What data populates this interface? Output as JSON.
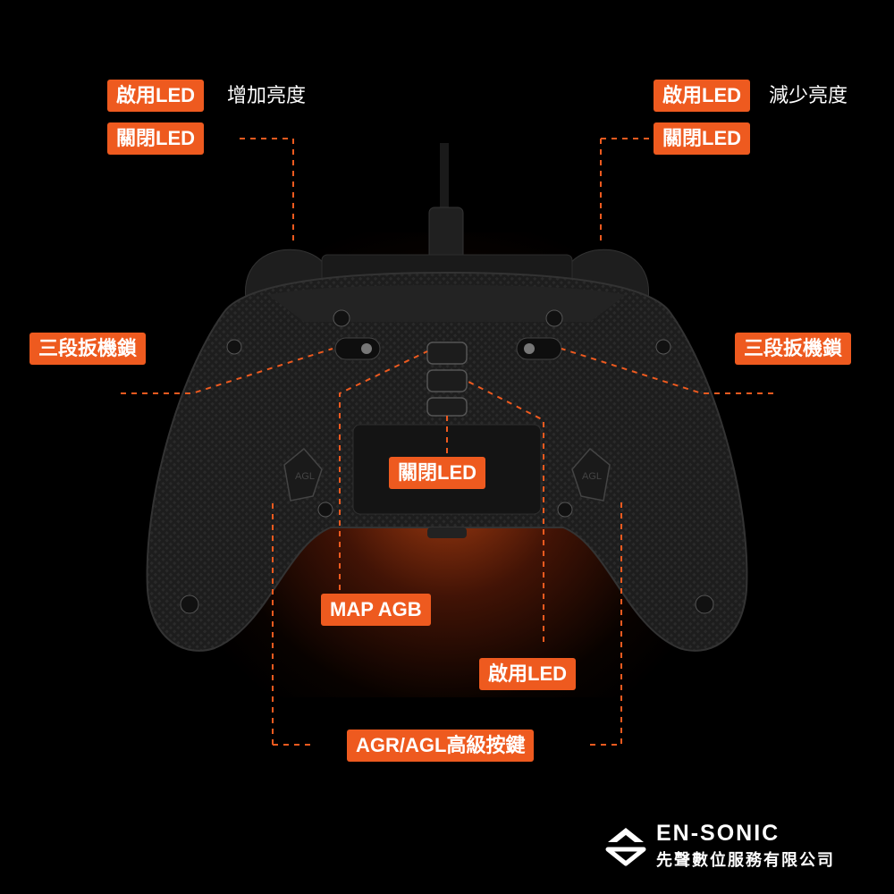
{
  "labels": {
    "tl_enable": "啟用LED",
    "tl_action": "增加亮度",
    "tl_disable": "關閉LED",
    "tr_enable": "啟用LED",
    "tr_action": "減少亮度",
    "tr_disable": "關閉LED",
    "left_trigger_lock": "三段扳機鎖",
    "right_trigger_lock": "三段扳機鎖",
    "center_disable": "關閉LED",
    "map_agb": "MAP AGB",
    "enable_led": "啟用LED",
    "advanced_buttons": "AGR/AGL高級按鍵"
  },
  "grip_labels": {
    "left": "AGL",
    "right": "AGL"
  },
  "brand": {
    "name": "EN-SONIC",
    "subtitle": "先聲數位服務有限公司"
  },
  "colors": {
    "accent": "#ee5a1f",
    "background": "#000000",
    "controller": "#1b1b1b"
  }
}
